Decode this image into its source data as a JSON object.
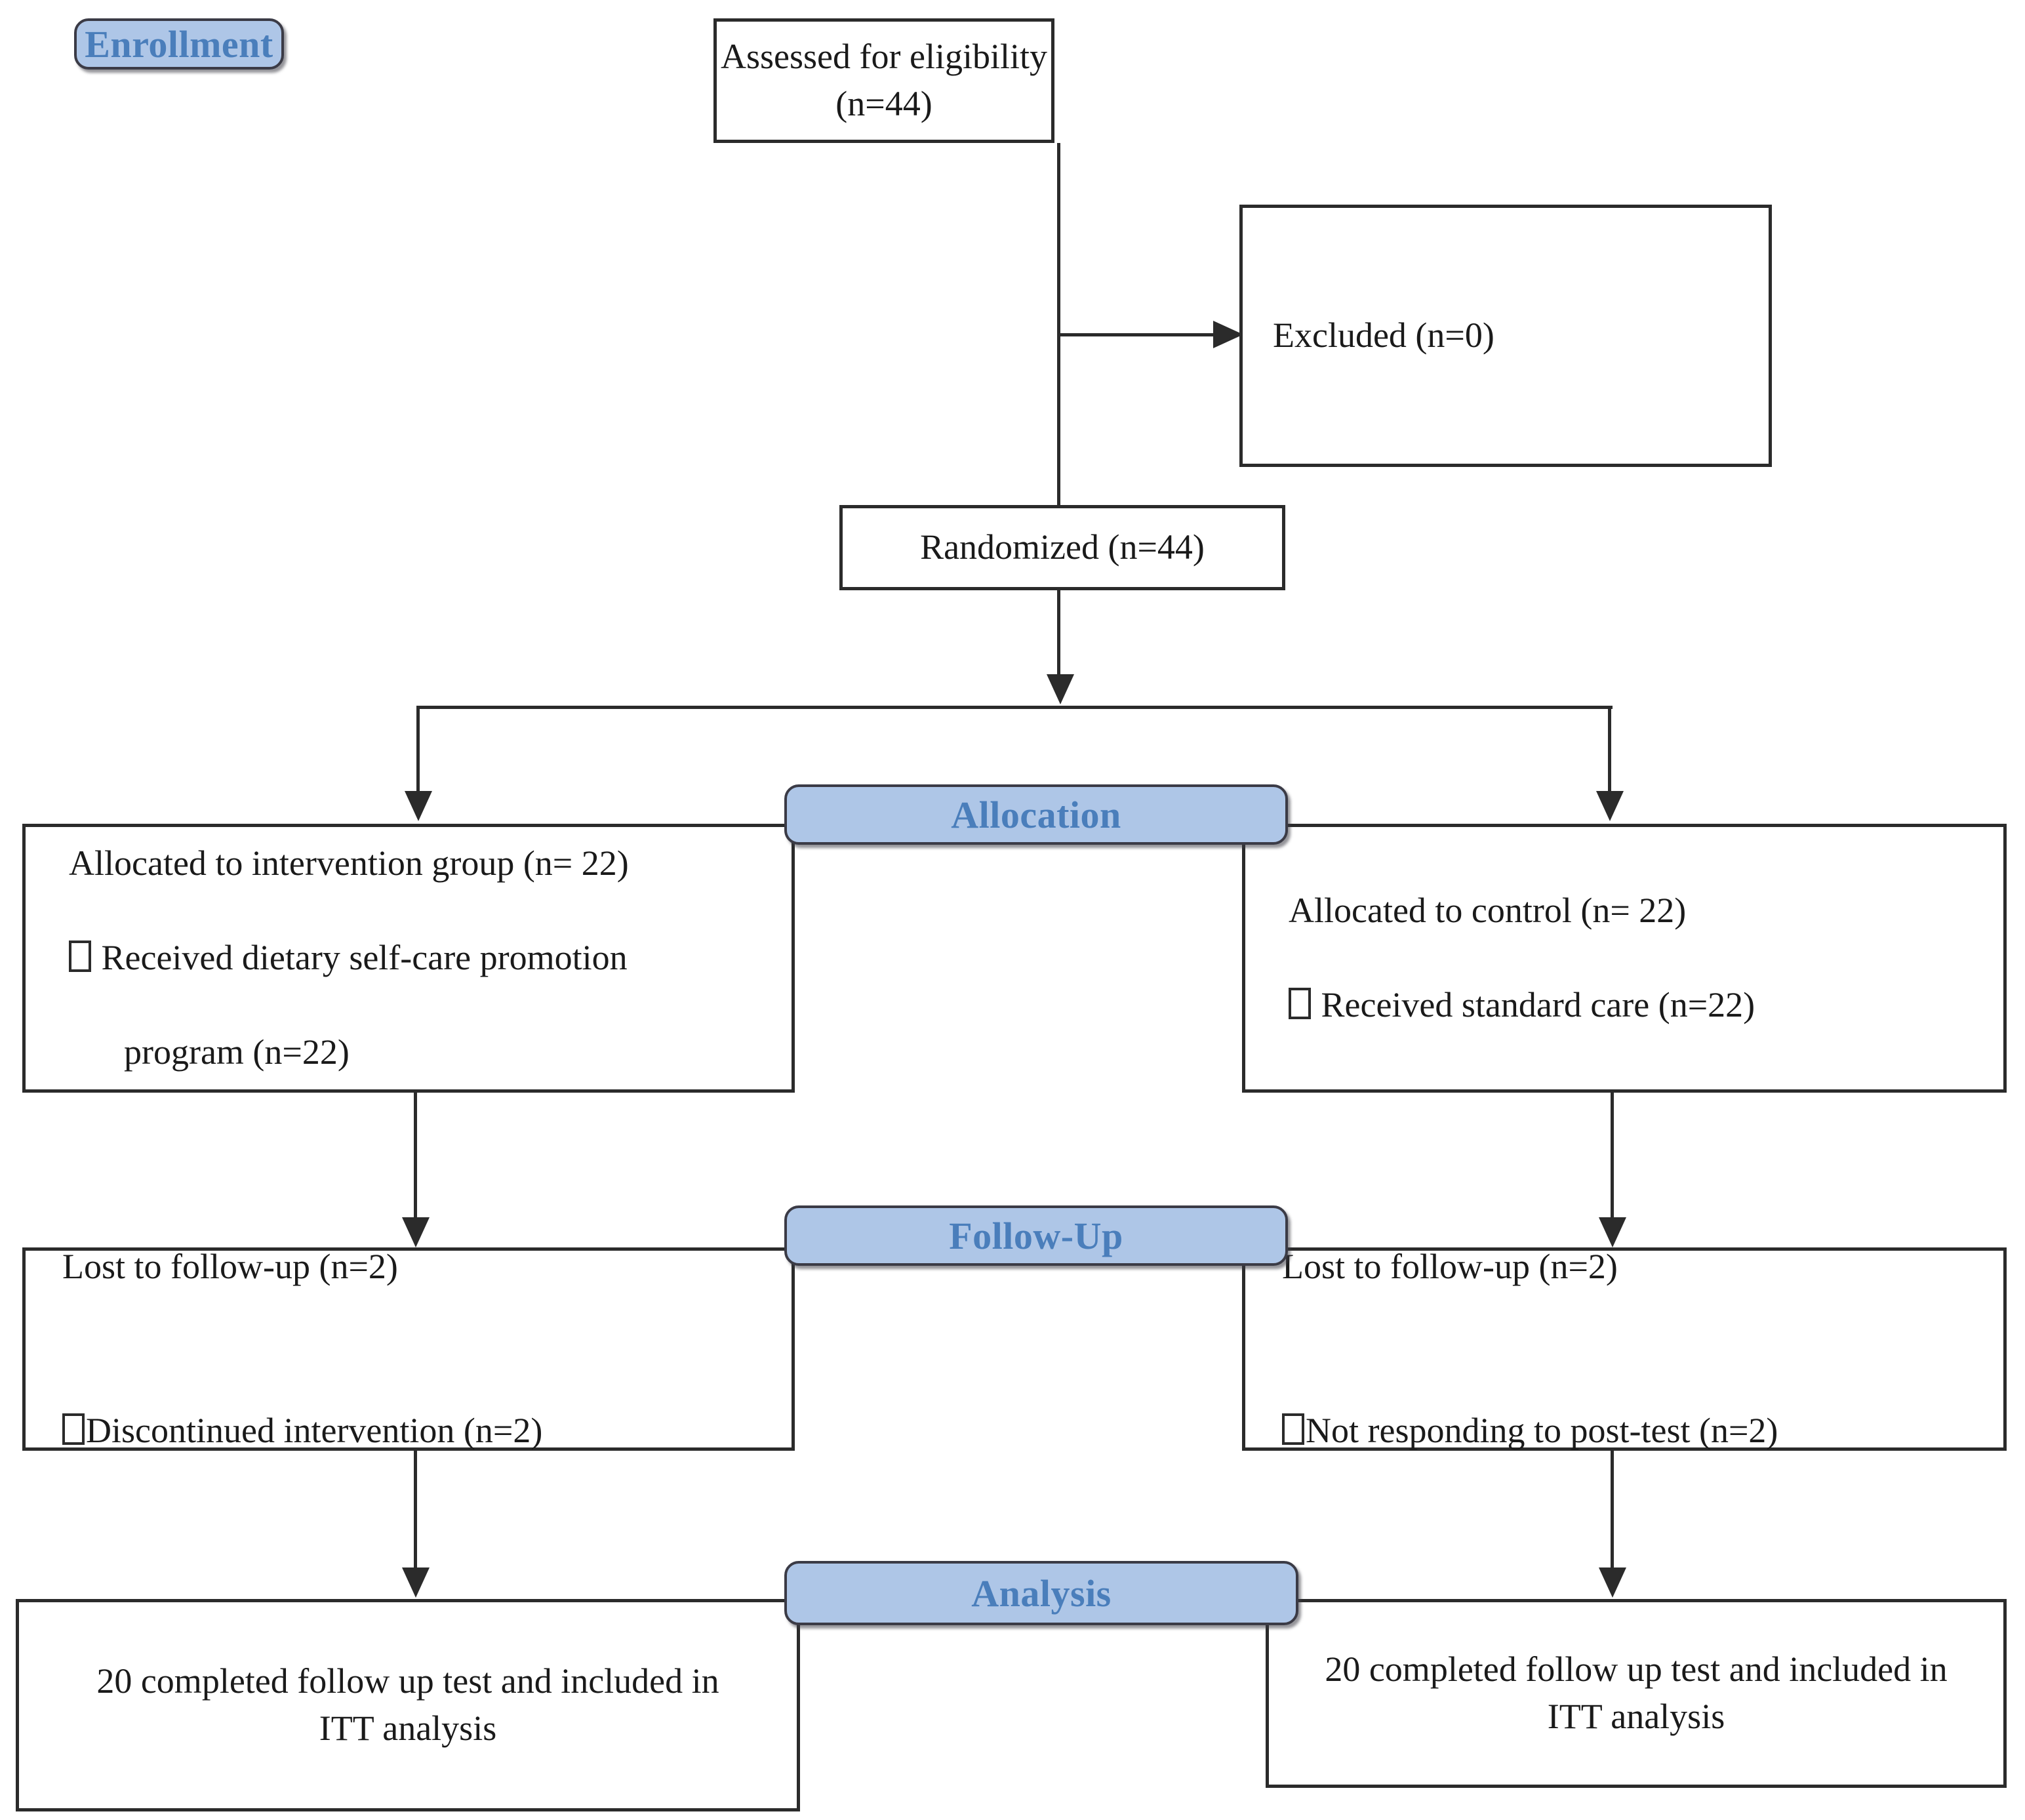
{
  "diagram": {
    "title": "CONSORT participant flow diagram",
    "type": "flowchart",
    "accent_blue": "#aec6e7",
    "banner_text_color": "#4a7ebb",
    "line_color": "#2b2b2b"
  },
  "stages": {
    "enrollment": "Enrollment",
    "allocation": "Allocation",
    "followup": "Follow-Up",
    "analysis": "Analysis"
  },
  "nodes": {
    "assessed": "Assessed for eligibility (n=44)",
    "excluded": "Excluded (n=0)",
    "randomized": "Randomized (n=44)",
    "alloc_left_line1": "Allocated to intervention group (n= 22)",
    "alloc_left_line2": "Received dietary self-care promotion",
    "alloc_left_line3": "program (n=22)",
    "alloc_right_line1": "Allocated to control (n= 22)",
    "alloc_right_line2": "Received standard care (n=22)",
    "follow_left_line1": "Lost to follow-up (n=2)",
    "follow_left_line2": "Discontinued intervention (n=2)",
    "follow_right_line1": "Lost to follow-up (n=2)",
    "follow_right_line2": "Not responding to post-test (n=2)",
    "analysis_left": "20 completed follow up test and included in\nITT analysis",
    "analysis_right": "20 completed follow up test and included in\nITT analysis"
  },
  "counts": {
    "assessed_n": 44,
    "excluded_n": 0,
    "randomized_n": 44,
    "allocated_intervention_n": 22,
    "received_program_n": 22,
    "allocated_control_n": 22,
    "received_standard_care_n": 22,
    "lost_followup_intervention_n": 2,
    "discontinued_intervention_n": 2,
    "lost_followup_control_n": 2,
    "not_responding_control_n": 2,
    "analyzed_intervention_n": 20,
    "analyzed_control_n": 20
  }
}
